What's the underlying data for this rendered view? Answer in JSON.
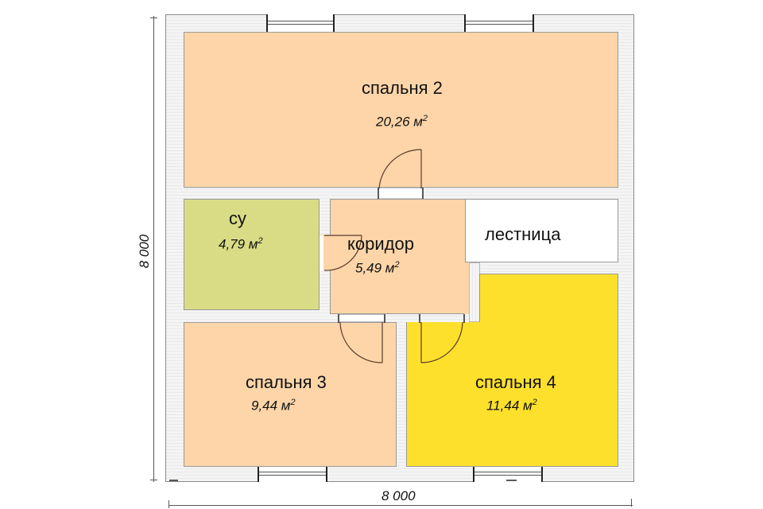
{
  "plan": {
    "dimensions": {
      "horizontal": "8 000",
      "vertical": "8 000"
    },
    "rooms": [
      {
        "id": "bedroom-2",
        "name": "спальня 2",
        "area": "20,26 м",
        "area_unit_sup": "2",
        "color": "#fdd5a8"
      },
      {
        "id": "bathroom",
        "name": "су",
        "area": "4,79 м",
        "area_unit_sup": "2",
        "color": "#d9dc85"
      },
      {
        "id": "corridor",
        "name": "коридор",
        "area": "5,49 м",
        "area_unit_sup": "2",
        "color": "#fdd5a8"
      },
      {
        "id": "staircase",
        "name": "лестница",
        "color": "#ffffff"
      },
      {
        "id": "bedroom-3",
        "name": "спальня 3",
        "area": "9,44 м",
        "area_unit_sup": "2",
        "color": "#fdd5a8"
      },
      {
        "id": "bedroom-4",
        "name": "спальня 4",
        "area": "11,44 м",
        "area_unit_sup": "2",
        "color": "#fde02b"
      }
    ],
    "colors": {
      "wall": "#f4f4f4",
      "wall_outline": "#8a8a8a",
      "bedroom": "#fdd5a8",
      "bathroom": "#d9dc85",
      "bedroom_highlight": "#fde02b"
    }
  }
}
